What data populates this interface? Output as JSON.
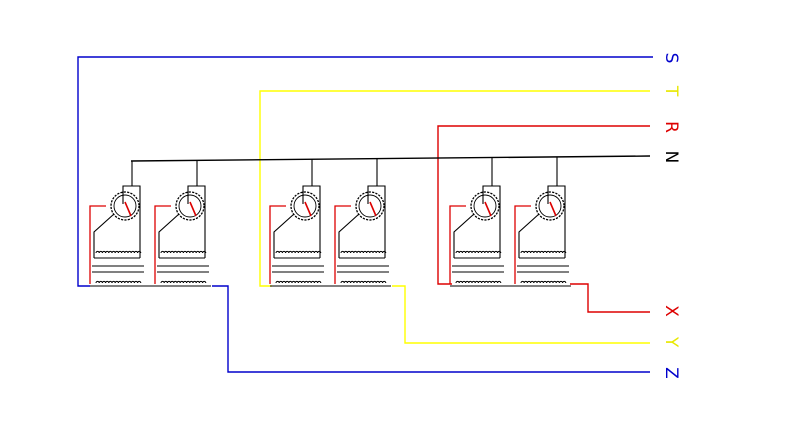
{
  "labels": {
    "S": "S",
    "T": "T",
    "R": "R",
    "N": "N",
    "X": "X",
    "Y": "Y",
    "Z": "Z"
  },
  "colors": {
    "s_line": "#0000cc",
    "t_line": "#ffff00",
    "r_line": "#dd0000",
    "n_line": "#000000",
    "label_blue": "#0000cc",
    "label_yellow": "#e8e800",
    "label_red": "#dd0000",
    "label_black": "#000000",
    "tap_red": "#dd0000"
  }
}
